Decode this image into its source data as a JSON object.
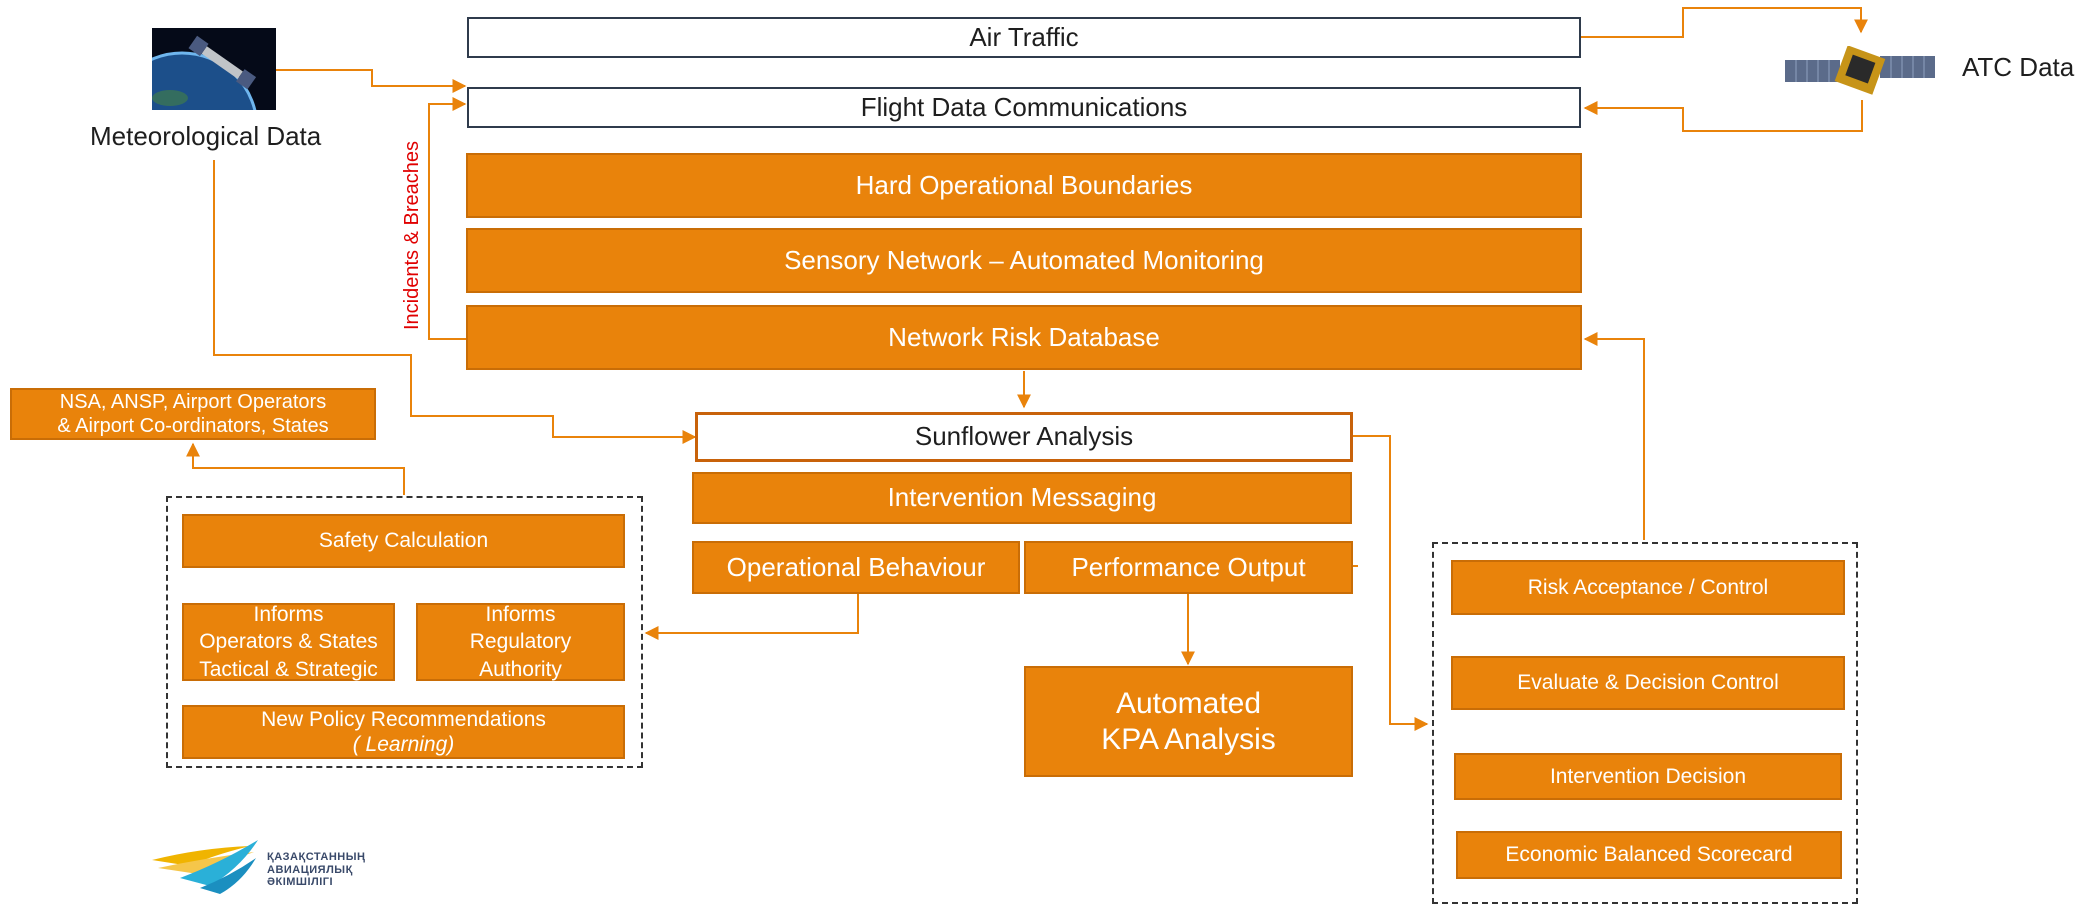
{
  "top": {
    "air_traffic": "Air Traffic",
    "flight_data": "Flight Data Communications"
  },
  "inputs": {
    "meteorological": "Meteorological Data",
    "atc": "ATC Data"
  },
  "side_label": "Incidents & Breaches",
  "core": {
    "hard_boundaries": "Hard Operational Boundaries",
    "sensory": "Sensory Network – Automated Monitoring",
    "risk_db": "Network Risk Database",
    "sunflower": "Sunflower Analysis",
    "intervention_msg": "Intervention Messaging",
    "operational": "Operational Behaviour",
    "performance": "Performance Output",
    "kpa_line1": "Automated",
    "kpa_line2": "KPA Analysis"
  },
  "left_panel": {
    "stakeholders_line1": "NSA, ANSP, Airport Operators",
    "stakeholders_line2": "& Airport Co-ordinators, States",
    "safety_calc": "Safety Calculation",
    "informs_ops_1": "Informs",
    "informs_ops_2": "Operators & States",
    "informs_ops_3": "Tactical & Strategic",
    "informs_reg_1": "Informs",
    "informs_reg_2": "Regulatory",
    "informs_reg_3": "Authority",
    "policy_1": "New Policy Recommendations",
    "policy_2": "( Learning)"
  },
  "right_panel": {
    "risk_acceptance": "Risk Acceptance / Control",
    "evaluate": "Evaluate & Decision Control",
    "intervention_decision": "Intervention Decision",
    "scorecard": "Economic Balanced Scorecard"
  },
  "logo": {
    "line1": "ҚАЗАҚСТАННЫҢ",
    "line2": "АВИАЦИЯЛЫҚ",
    "line3": "ӘКІМШІЛІГІ"
  },
  "colors": {
    "orange": "#e9830b",
    "connector": "#e9830b",
    "label_red": "#e00000",
    "box_outline": "#2f3b4c"
  },
  "icons": [
    "satellite-earth-image",
    "satellite-image",
    "logo-wings-icon"
  ]
}
